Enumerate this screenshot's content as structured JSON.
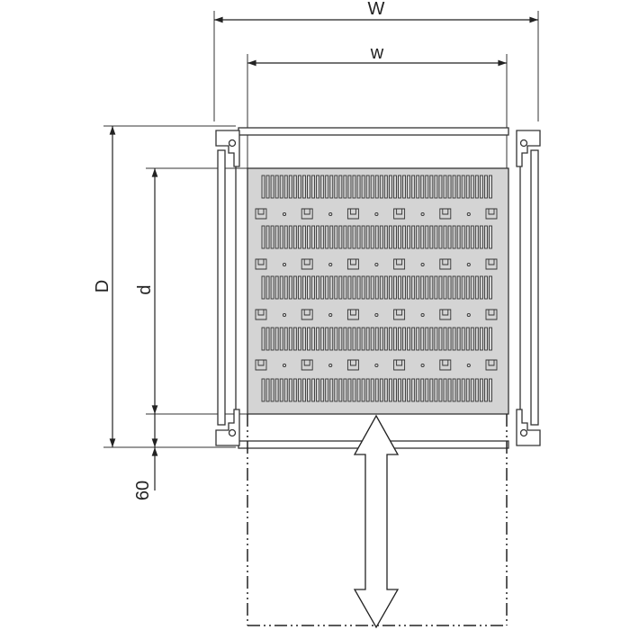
{
  "dimensions": {
    "outer_width_label": "W",
    "inner_width_label": "w",
    "outer_depth_label": "D",
    "inner_depth_label": "d",
    "extension_label": "60"
  },
  "colors": {
    "plate": "#d4d4d4",
    "line": "#333333"
  }
}
